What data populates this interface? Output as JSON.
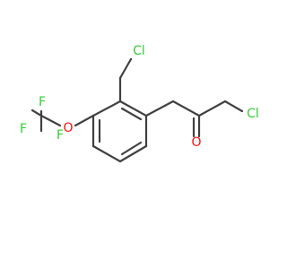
{
  "molecule": {
    "atoms": {
      "cl_top": {
        "symbol": "Cl",
        "color": "#33cc33"
      },
      "cl_right": {
        "symbol": "Cl",
        "color": "#33cc33"
      },
      "carbonyl_o": {
        "symbol": "O",
        "color": "#ff0d0d"
      },
      "ether_o": {
        "symbol": "O",
        "color": "#ff0d0d"
      },
      "f_1": {
        "symbol": "F",
        "color": "#33cc33"
      },
      "f_2": {
        "symbol": "F",
        "color": "#33cc33"
      },
      "f_3": {
        "symbol": "F",
        "color": "#33cc33"
      }
    },
    "bond_color": "#404040",
    "background": "#ffffff"
  }
}
